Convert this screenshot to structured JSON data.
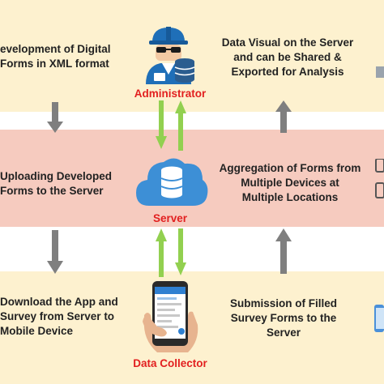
{
  "colors": {
    "band_yellow": "#fdf1cf",
    "band_salmon": "#f6cbbf",
    "arrow_gray": "#7f7f7f",
    "arrow_green": "#92d050",
    "label_red": "#e21f1f",
    "cloud_blue": "#3d8fd6"
  },
  "steps": {
    "top_left": [
      "evelopment of Digital",
      "Forms in XML format"
    ],
    "top_right": [
      "Data Visual on the Server",
      "and can be Shared &",
      "Exported for Analysis"
    ],
    "mid_left": [
      "Uploading Developed",
      "Forms to the Server"
    ],
    "mid_right": [
      "Aggregation of Forms from",
      "Multiple Devices at",
      "Multiple Locations"
    ],
    "bot_left": [
      "Download the App and",
      "Survey from Server to",
      "Mobile Device"
    ],
    "bot_right": [
      "Submission of Filled",
      "Survey Forms to the",
      "Server"
    ]
  },
  "nodes": {
    "administrator": {
      "label": "Administrator",
      "icon": "administrator-icon"
    },
    "server": {
      "label": "Server",
      "icon": "cloud-database-icon"
    },
    "data_collector": {
      "label": "Data Collector",
      "icon": "smartphone-in-hand-icon"
    }
  }
}
